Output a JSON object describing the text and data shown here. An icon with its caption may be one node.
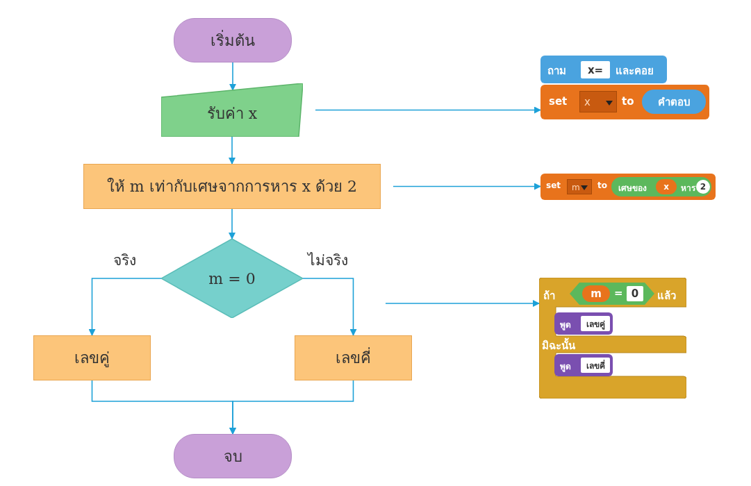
{
  "diagram": {
    "nodes": [
      {
        "text": [
          "เริ่มต้น"
        ]
      },
      {
        "text": [
          "รับค่า x"
        ]
      },
      {
        "text": [
          "ให้ m เท่ากับเศษจากการหาร x ด้วย 2"
        ]
      },
      {
        "text": [
          "m = 0"
        ]
      },
      {
        "text": [
          "เลขคู่"
        ]
      },
      {
        "text": [
          "เลขคี่"
        ]
      },
      {
        "text": [
          "จบ"
        ]
      },
      {
        "text": [
          "ถาม",
          "x=",
          "และคอย",
          "set",
          "x",
          "to",
          "คำตอบ"
        ]
      },
      {
        "text": [
          "set",
          "m",
          "to",
          "เศษของ",
          "x",
          "หาร",
          "2"
        ]
      },
      {
        "text": [
          "ถ้า",
          "m",
          "=",
          "0",
          "แล้ว",
          "พูด",
          "เลขคู่",
          "มิฉะนั้น",
          "พูด",
          "เลขคี่"
        ]
      }
    ],
    "edges": [
      {
        "from": 0,
        "to": 1,
        "arrow": "to"
      },
      {
        "from": 1,
        "to": 2,
        "arrow": "to"
      },
      {
        "from": 2,
        "to": 3,
        "arrow": "to"
      },
      {
        "from": 3,
        "to": 4,
        "arrow": "to",
        "label": "จริง"
      },
      {
        "from": 3,
        "to": 5,
        "arrow": "to",
        "label": "ไม่จริง"
      },
      {
        "from": 4,
        "to": 6,
        "arrow": "to"
      },
      {
        "from": 5,
        "to": 6,
        "arrow": "to"
      },
      {
        "from": 1,
        "to": 7,
        "arrow": "to"
      },
      {
        "from": 2,
        "to": 8,
        "arrow": "to"
      },
      {
        "from": null,
        "to": 9,
        "arrow": "to"
      }
    ]
  }
}
